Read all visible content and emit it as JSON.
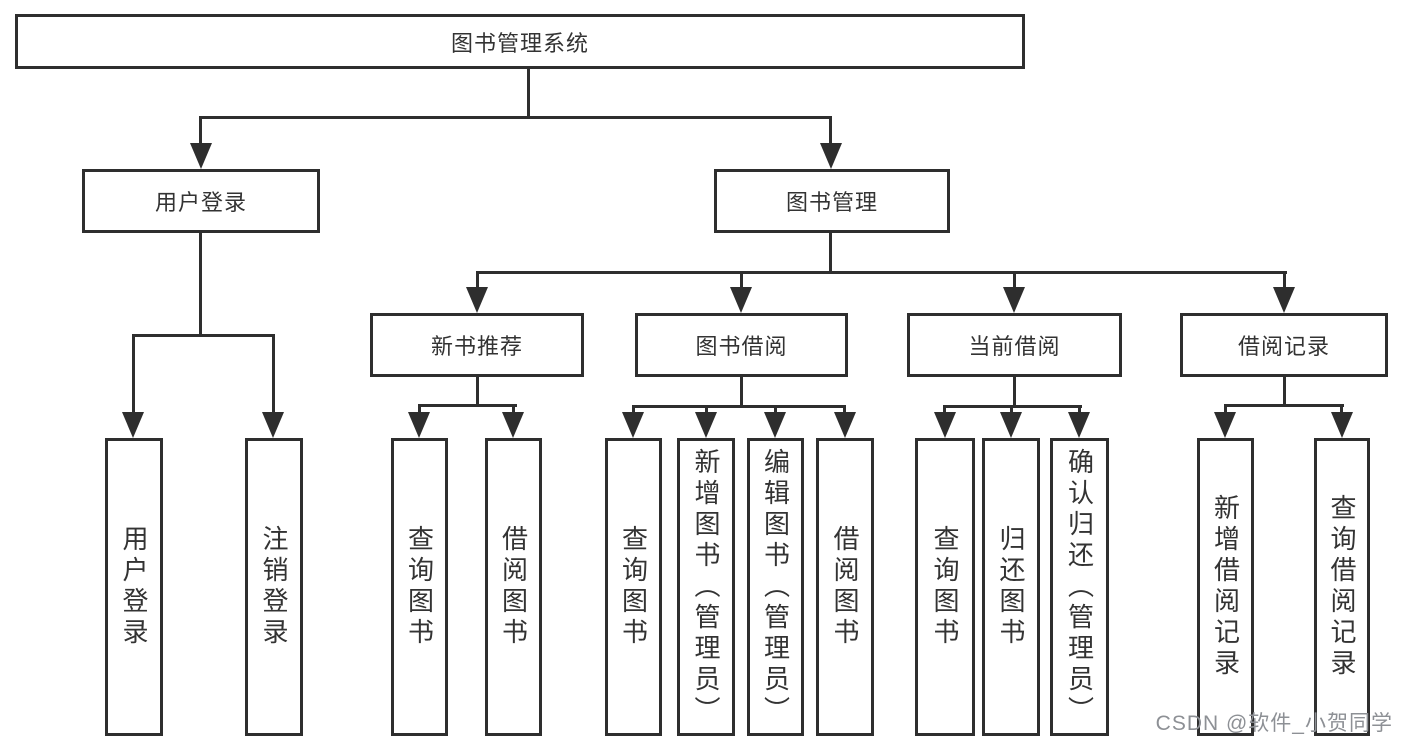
{
  "tree": {
    "root": {
      "label": "图书管理系统",
      "children": [
        {
          "label": "用户登录",
          "children": [
            {
              "label": "用户登录"
            },
            {
              "label": "注销登录"
            }
          ]
        },
        {
          "label": "图书管理",
          "children": [
            {
              "label": "新书推荐",
              "children": [
                {
                  "label": "查询图书"
                },
                {
                  "label": "借阅图书"
                }
              ]
            },
            {
              "label": "图书借阅",
              "children": [
                {
                  "label": "查询图书"
                },
                {
                  "label": "新增图书（管理员）"
                },
                {
                  "label": "编辑图书（管理员）"
                },
                {
                  "label": "借阅图书"
                }
              ]
            },
            {
              "label": "当前借阅",
              "children": [
                {
                  "label": "查询图书"
                },
                {
                  "label": "归还图书"
                },
                {
                  "label": "确认归还（管理员）"
                }
              ]
            },
            {
              "label": "借阅记录",
              "children": [
                {
                  "label": "新增借阅记录"
                },
                {
                  "label": "查询借阅记录"
                }
              ]
            }
          ]
        }
      ]
    }
  },
  "watermark": {
    "text": "CSDN @软件_小贺同学"
  },
  "colors": {
    "line": "#2e2e2e",
    "text": "#333333",
    "background": "#ffffff",
    "watermark": "#8d9095"
  }
}
